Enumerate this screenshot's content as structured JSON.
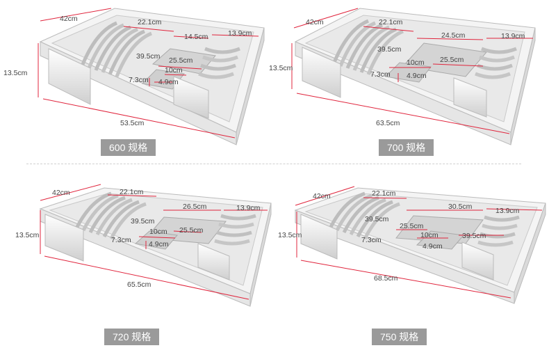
{
  "panels": [
    {
      "spec": "600 规格",
      "labels": {
        "depth": "42cm",
        "rack_width": "22.1cm",
        "basket_length": "14.5cm",
        "side_rack_width": "13.9cm",
        "length_a": "39.5cm",
        "basket_a": "25.5cm",
        "basket_b": "10cm",
        "height_small": "7.3cm",
        "gap": "4.9cm",
        "height": "13.5cm",
        "total_width": "53.5cm"
      }
    },
    {
      "spec": "700 规格",
      "labels": {
        "depth": "42cm",
        "rack_width": "22.1cm",
        "basket_length": "24.5cm",
        "side_rack_width": "13.9cm",
        "length_a": "39.5cm",
        "basket_a": "25.5cm",
        "basket_b": "10cm",
        "height_small": "7.3cm",
        "gap": "4.9cm",
        "height": "13.5cm",
        "total_width": "63.5cm"
      }
    },
    {
      "spec": "720 规格",
      "labels": {
        "depth": "42cm",
        "rack_width": "22.1cm",
        "basket_length": "26.5cm",
        "side_rack_width": "13.9cm",
        "length_a": "39.5cm",
        "basket_a": "25.5cm",
        "basket_b": "10cm",
        "height_small": "7.3cm",
        "gap": "4.9cm",
        "height": "13.5cm",
        "total_width": "65.5cm"
      }
    },
    {
      "spec": "750 规格",
      "labels": {
        "depth": "42cm",
        "rack_width": "22.1cm",
        "basket_length": "30.5cm",
        "side_rack_width": "13.9cm",
        "length_a": "39.5cm",
        "basket_a": "25.5cm",
        "basket_b": "10cm",
        "height_small": "7.3cm",
        "gap": "4.9cm",
        "height": "13.5cm",
        "total_width": "68.5cm",
        "length_b": "39.5cm"
      }
    }
  ],
  "colors": {
    "dimension_line": "#e0243c",
    "badge_bg": "#9a9a9a",
    "badge_text": "#ffffff"
  }
}
